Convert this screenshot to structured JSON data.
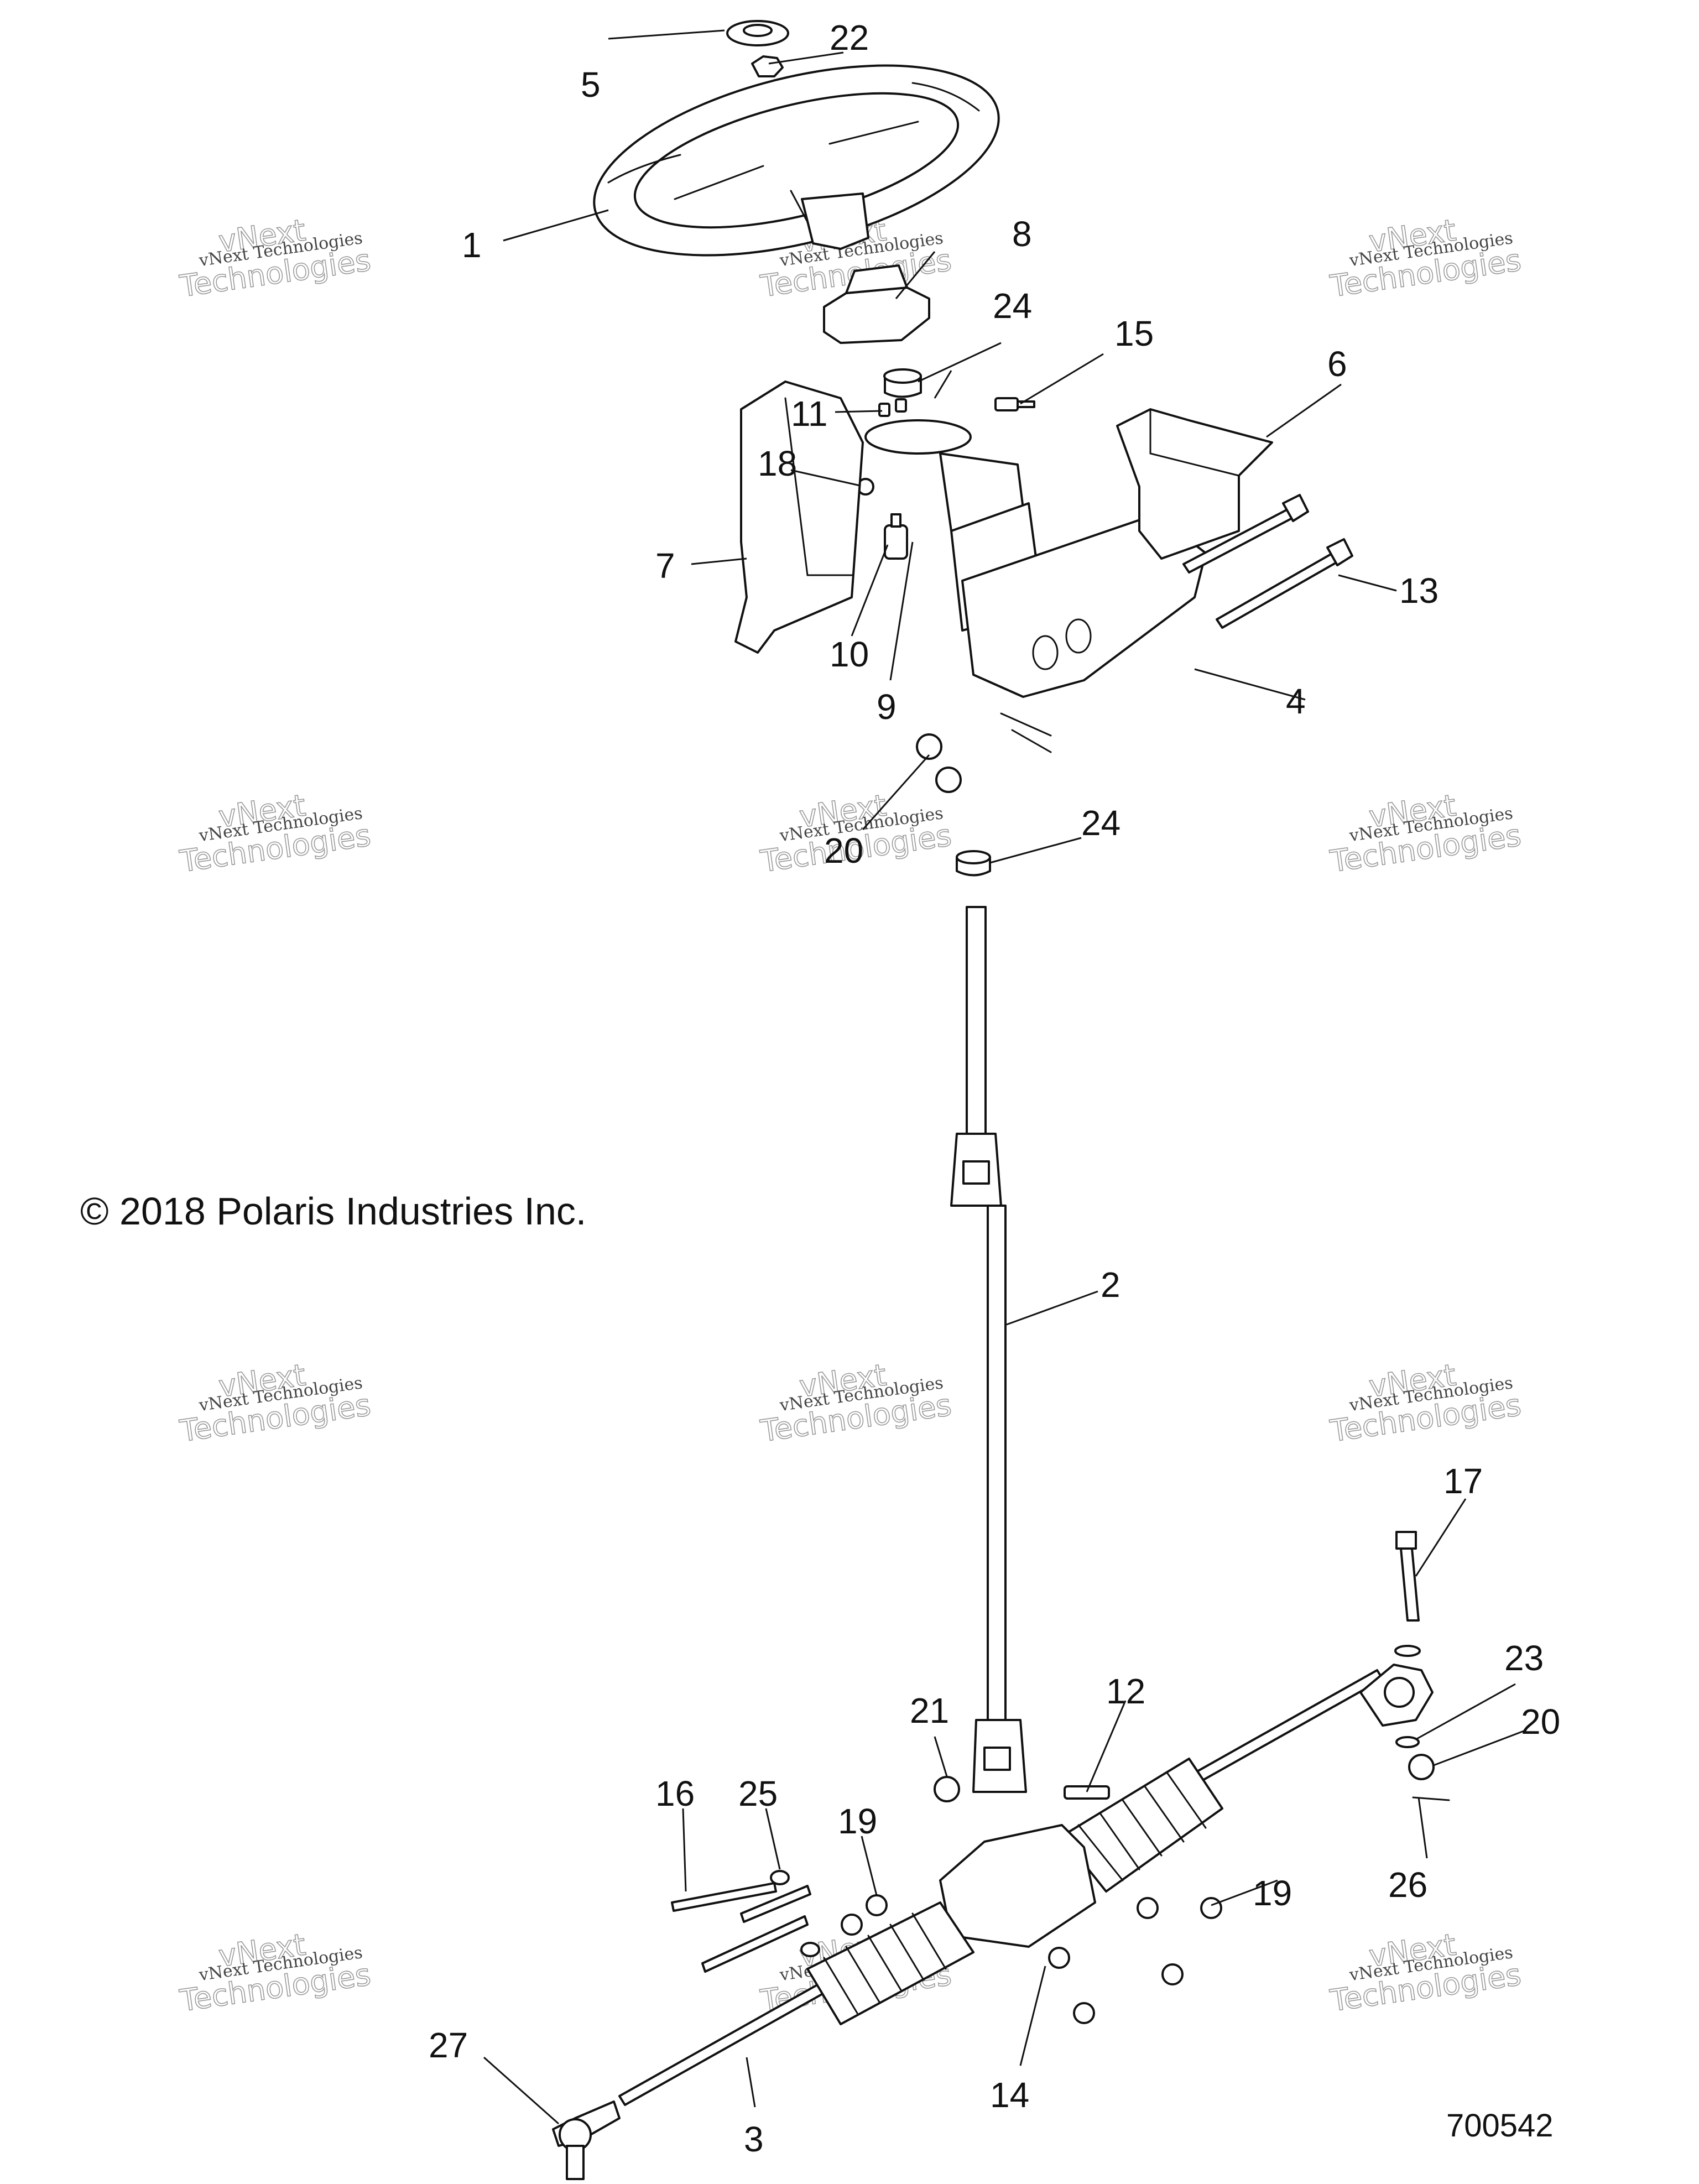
{
  "copyright": "© 2018 Polaris Industries Inc.",
  "drawing_number": "700542",
  "watermark": {
    "line1": "vNext Technologies",
    "line2": "Technologies",
    "line3": "vNext"
  },
  "callouts": {
    "c1": "1",
    "c2": "2",
    "c3": "3",
    "c4": "4",
    "c5": "5",
    "c6": "6",
    "c7": "7",
    "c8": "8",
    "c9": "9",
    "c10": "10",
    "c11": "11",
    "c12": "12",
    "c13": "13",
    "c14": "14",
    "c15": "15",
    "c16": "16",
    "c17": "17",
    "c18": "18",
    "c19a": "19",
    "c19b": "19",
    "c20a": "20",
    "c20b": "20",
    "c21": "21",
    "c22": "22",
    "c23": "23",
    "c24a": "24",
    "c24b": "24",
    "c25": "25",
    "c26": "26",
    "c27": "27"
  }
}
